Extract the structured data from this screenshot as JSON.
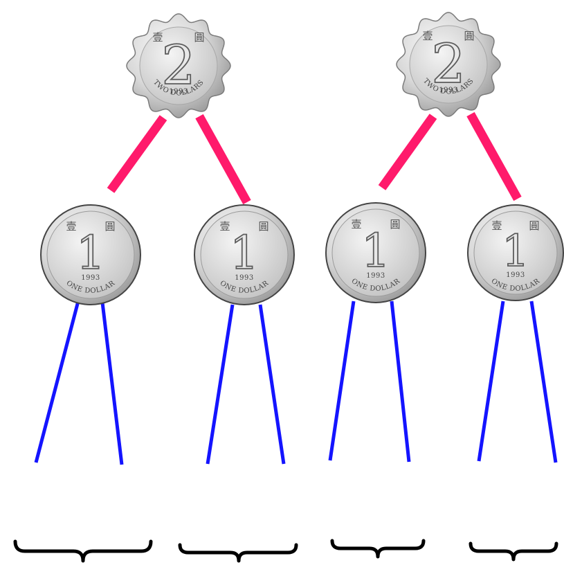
{
  "colors": {
    "background": "#ffffff",
    "top_connector": "#ff1a6b",
    "bottom_connector": "#1414ff",
    "brace": "#000000",
    "coin_metal_light": "#f2f2f2",
    "coin_metal_dark": "#8d8d8d"
  },
  "top_coins": [
    {
      "icon": "two-dollar-coin-icon",
      "denomination": "2",
      "year": "1993",
      "legend": "TWO DOLLARS"
    },
    {
      "icon": "two-dollar-coin-icon",
      "denomination": "2",
      "year": "1993",
      "legend": "TWO DOLLARS"
    }
  ],
  "middle_coins": [
    {
      "icon": "one-dollar-coin-icon",
      "denomination": "1",
      "year": "1993",
      "legend": "ONE DOLLAR"
    },
    {
      "icon": "one-dollar-coin-icon",
      "denomination": "1",
      "year": "1993",
      "legend": "ONE DOLLAR"
    },
    {
      "icon": "one-dollar-coin-icon",
      "denomination": "1",
      "year": "1993",
      "legend": "ONE DOLLAR"
    },
    {
      "icon": "one-dollar-coin-icon",
      "denomination": "1",
      "year": "1993",
      "legend": "ONE DOLLAR"
    }
  ],
  "coin_chars": [
    "壹",
    "圓"
  ],
  "brace_icon": "curly-brace-icon"
}
